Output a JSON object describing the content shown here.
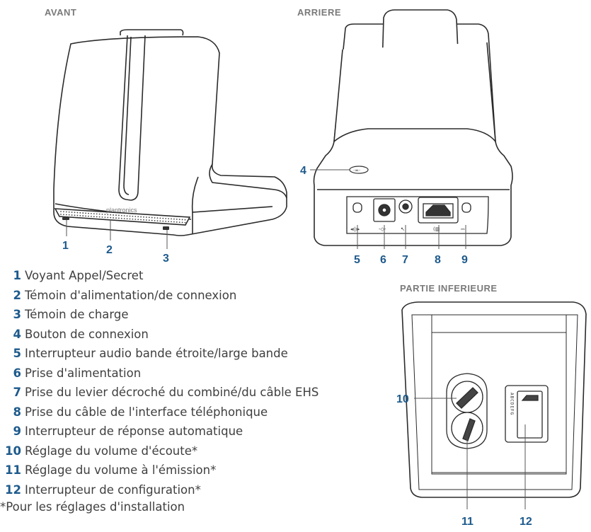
{
  "headings": {
    "front": "AVANT",
    "back": "ARRIERE",
    "bottom": "PARTIE INFERIEURE"
  },
  "brand_logo": "plantronics",
  "callouts": {
    "front": [
      "1",
      "2",
      "3"
    ],
    "back": [
      "4",
      "5",
      "6",
      "7",
      "8",
      "9"
    ],
    "bottom": [
      "10",
      "11",
      "12"
    ]
  },
  "legend": [
    {
      "num": "1",
      "text": "Voyant Appel/Secret"
    },
    {
      "num": "2",
      "text": "Témoin d'alimentation/de connexion"
    },
    {
      "num": "3",
      "text": "Témoin de charge"
    },
    {
      "num": "4",
      "text": "Bouton de connexion"
    },
    {
      "num": "5",
      "text": "Interrupteur audio bande étroite/large bande"
    },
    {
      "num": "6",
      "text": "Prise d'alimentation"
    },
    {
      "num": "7",
      "text": "Prise du levier décroché du combiné/du câble EHS"
    },
    {
      "num": "8",
      "text": "Prise du câble de l'interface téléphonique"
    },
    {
      "num": "9",
      "text": "Interrupteur de réponse automatique"
    },
    {
      "num": "10",
      "text": "Réglage du volume d'écoute*"
    },
    {
      "num": "11",
      "text": "Réglage du volume à l'émission*"
    },
    {
      "num": "12",
      "text": "Interrupteur de configuration*"
    }
  ],
  "footnote": "*Pour les réglages d'installation",
  "config_letters": "ABCDEFG",
  "colors": {
    "callout": "#1d5a8c",
    "outline": "#2b2b2b",
    "heading": "#7a7a7a"
  }
}
